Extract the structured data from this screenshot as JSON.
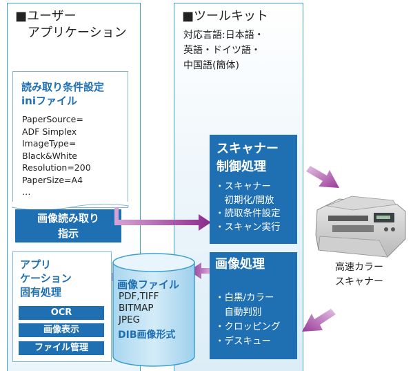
{
  "user_panel": {
    "title": "■ユーザー\n　アプリケーション"
  },
  "toolkit_panel": {
    "title": "■ツールキット",
    "languages": "対応言語:日本語・\n英語・ドイツ語・\n中国語(簡体)"
  },
  "ini_file": {
    "title": "読み取り条件設定\niniファイル",
    "lines": "PaperSource=\nADF Simplex\nImageType=\nBlack&White\nResolution=200\nPaperSize=A4\n…"
  },
  "scan_instruction": {
    "label": "画像読み取り\n指示"
  },
  "app_processing": {
    "title": "アプリ\nケーション\n固有処理",
    "buttons": [
      "OCR",
      "画像表示",
      "ファイル管理"
    ]
  },
  "image_file": {
    "title": "画像ファイル",
    "formats": "PDF,TIFF\nBITMAP\nJPEG",
    "dib": "DIB画像形式"
  },
  "scanner_control": {
    "title": "スキャナー\n制御処理",
    "items": "・スキャナー\n　初期化/開放\n・読取条件設定\n・スキャン実行"
  },
  "image_processing": {
    "title": "画像処理",
    "items": "・白黒/カラー\n　自動判別\n・クロッピング\n・デスキュー"
  },
  "scanner": {
    "label": "高速カラー\nスキャナー",
    "icon": "scanner-icon"
  },
  "colors": {
    "accent": "#1f6fb3",
    "panel_border": "#3b9fd0",
    "arrow": "#a03c9a",
    "cylinder": "#bfe2f5"
  }
}
